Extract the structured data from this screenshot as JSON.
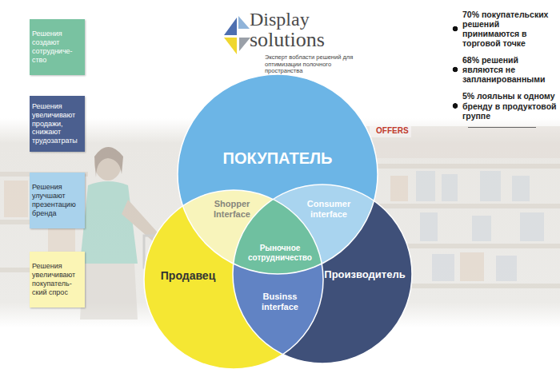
{
  "diagram": {
    "nodes": [
      {
        "text": [
          "Решения создают сотрудниче-ство"
        ]
      },
      {
        "text": [
          "Решения увеличивают продажи, снижают трудозатраты"
        ]
      },
      {
        "text": [
          "Решения улучшают презентацию бренда"
        ]
      },
      {
        "text": [
          "Решения увеличивают покупатель-ский спрос"
        ]
      },
      {
        "text": [
          "ПОКУПАТЕЛЬ"
        ]
      },
      {
        "text": [
          "Shopper Interface"
        ]
      },
      {
        "text": [
          "Consumer interface"
        ]
      },
      {
        "text": [
          "Рыночное сотрудничество"
        ]
      },
      {
        "text": [
          "Продавец"
        ]
      },
      {
        "text": [
          "Производитель"
        ]
      },
      {
        "text": [
          "Businss interface"
        ]
      }
    ],
    "labels": [
      "Display",
      "solutions",
      "Эксперт вобласти решений для оптимизации полочного пространства",
      "70% покупательских решений принимаются в торговой точке",
      "68% решений являются не запланированными",
      "5% лояльны к одному бренду в продуктовой группе",
      "OFFERS"
    ]
  }
}
